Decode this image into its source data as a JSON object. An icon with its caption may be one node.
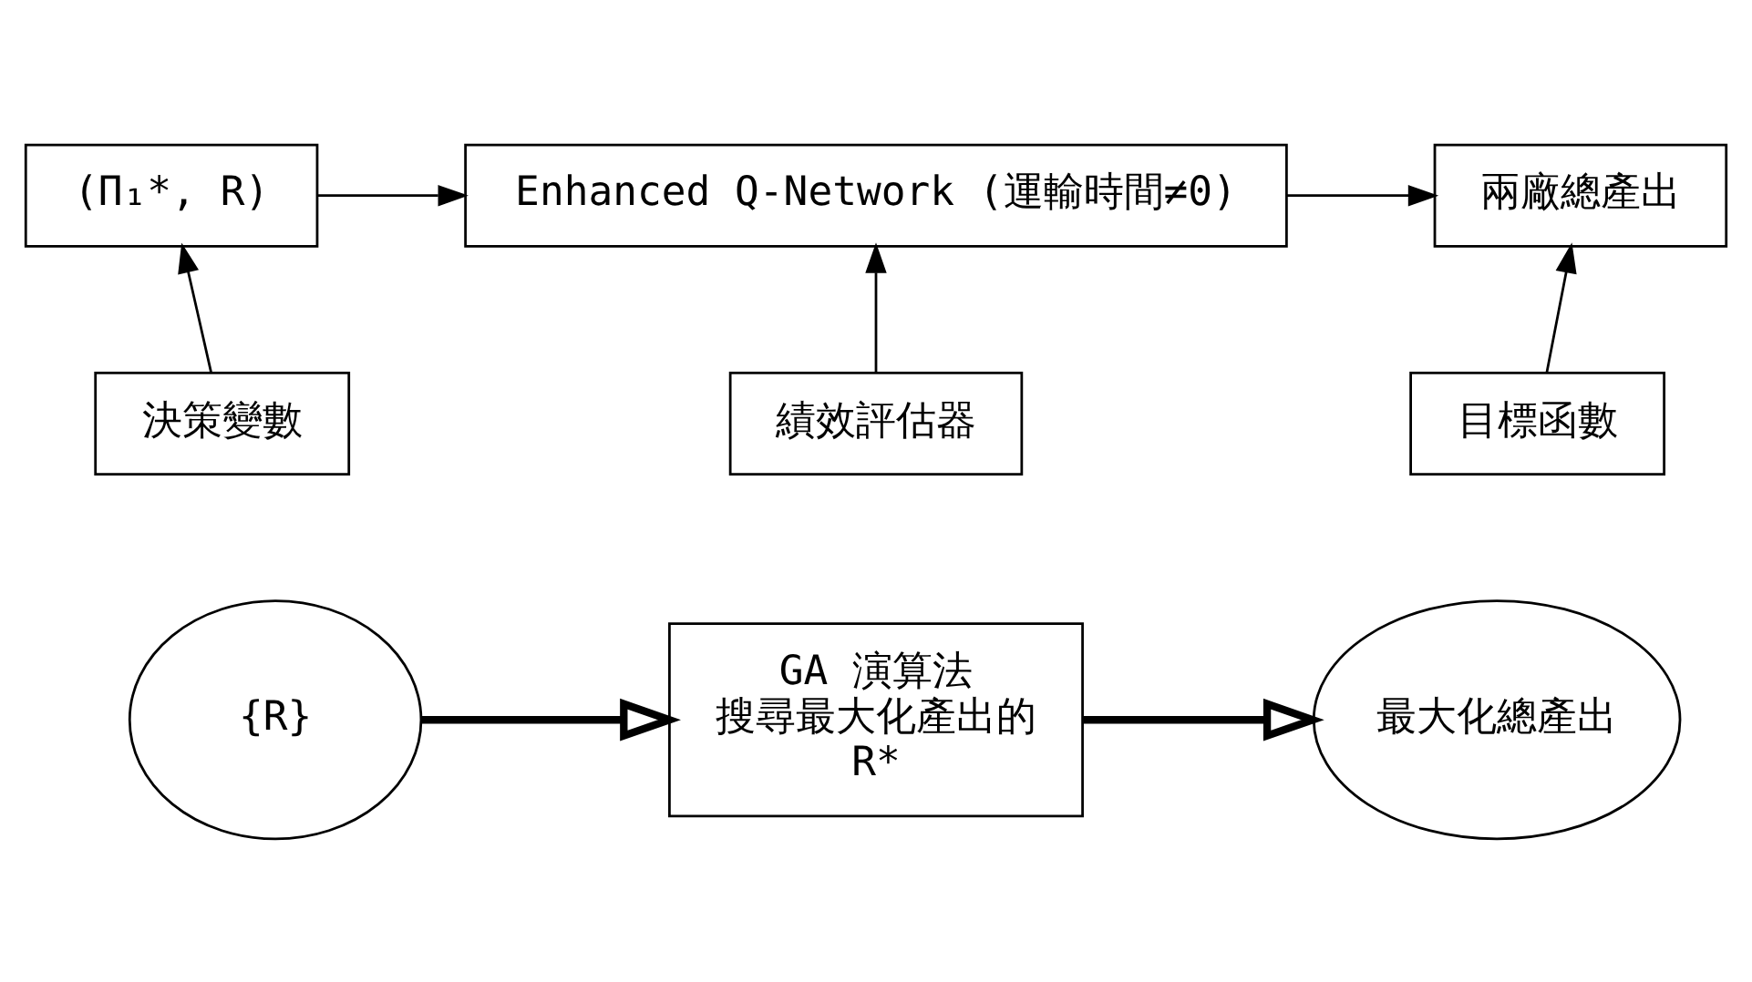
{
  "diagram": {
    "nodes": [
      {
        "text": [
          "(Π₁*, R)"
        ]
      },
      {
        "text": [
          "Enhanced Q-Network (運輸時間≠0)"
        ]
      },
      {
        "text": [
          "兩廠總產出"
        ]
      },
      {
        "text": [
          "決策變數"
        ]
      },
      {
        "text": [
          "績效評估器"
        ]
      },
      {
        "text": [
          "目標函數"
        ]
      },
      {
        "text": [
          "{R}"
        ]
      },
      {
        "text": [
          "GA 演算法",
          "搜尋最大化產出的",
          "R*"
        ]
      },
      {
        "text": [
          "最大化總產出"
        ]
      }
    ],
    "edges": [
      {
        "from": 0,
        "to": 1,
        "arrow": "to"
      },
      {
        "from": 1,
        "to": 2,
        "arrow": "to"
      },
      {
        "from": 3,
        "to": 0,
        "arrow": "to"
      },
      {
        "from": 4,
        "to": 1,
        "arrow": "to"
      },
      {
        "from": 5,
        "to": 2,
        "arrow": "to"
      },
      {
        "from": 6,
        "to": 7,
        "arrow": "to",
        "style": "thick"
      },
      {
        "from": 7,
        "to": 8,
        "arrow": "to",
        "style": "thick"
      }
    ]
  }
}
